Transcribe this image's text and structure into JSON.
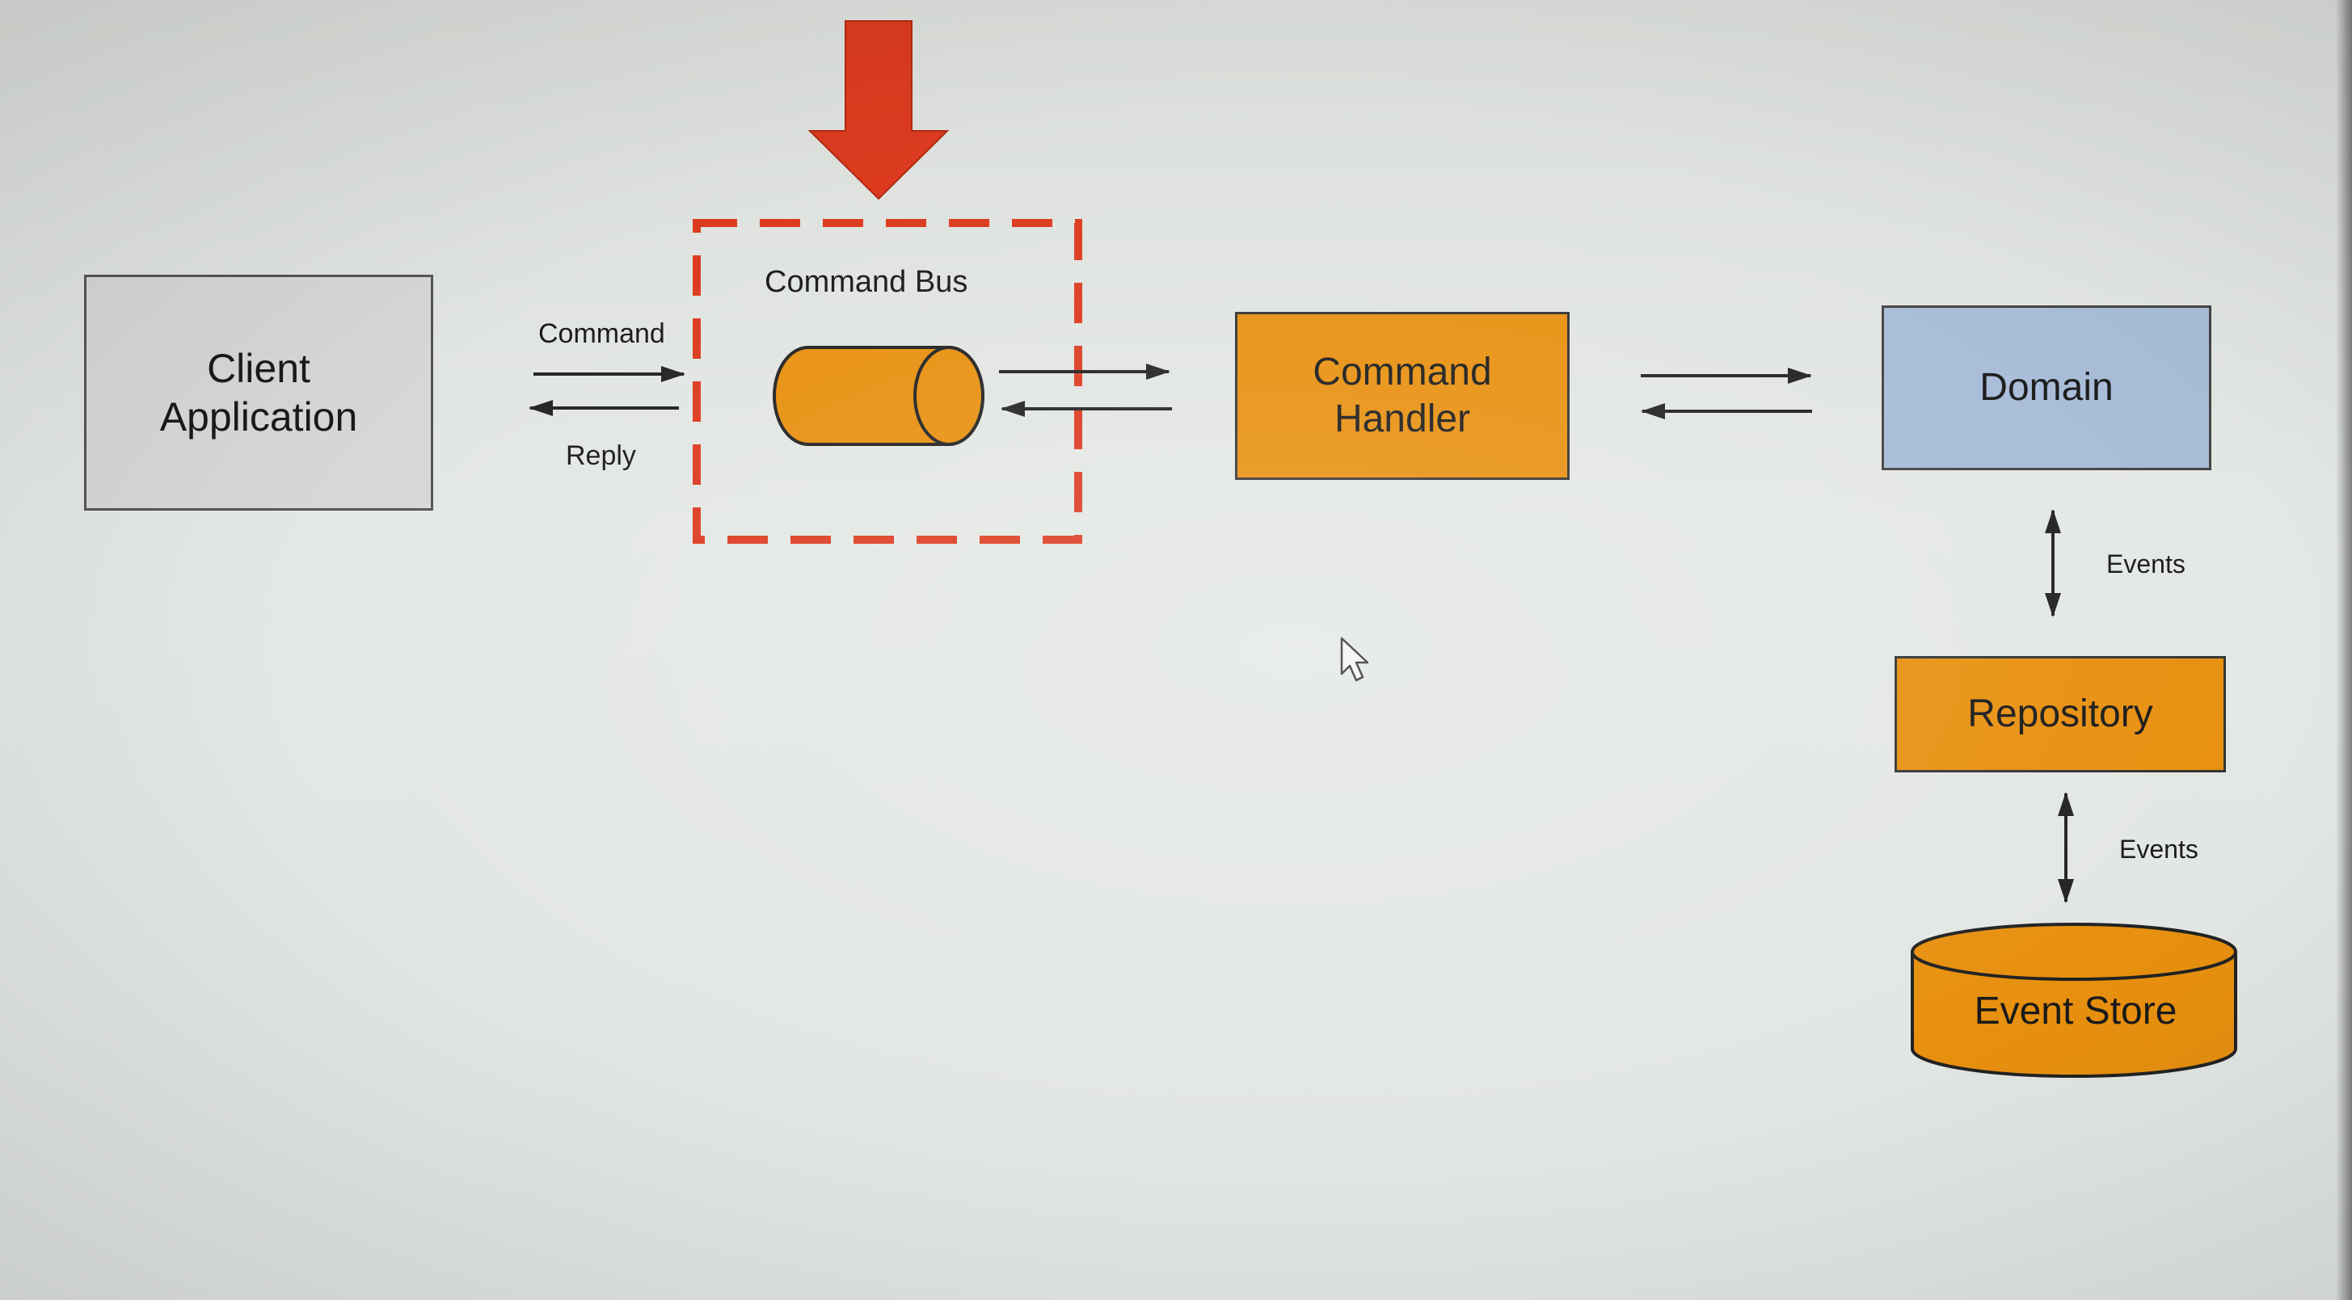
{
  "diagram": {
    "client": {
      "line1": "Client",
      "line2": "Application"
    },
    "command_bus": {
      "label": "Command Bus"
    },
    "command_label": "Command",
    "reply_label": "Reply",
    "handler": {
      "line1": "Command",
      "line2": "Handler"
    },
    "domain": {
      "label": "Domain"
    },
    "repository": {
      "label": "Repository"
    },
    "event_store": {
      "label": "Event Store"
    },
    "events_label_1": "Events",
    "events_label_2": "Events"
  },
  "colors": {
    "orange": "#e8900f",
    "domain_blue": "#a8bcd8",
    "client_gray": "#d6d7d6",
    "highlight_red": "#dc3b1f"
  }
}
